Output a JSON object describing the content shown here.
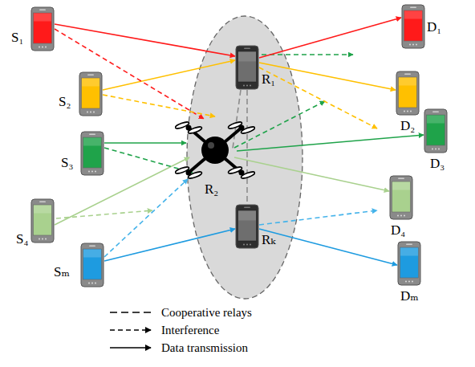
{
  "diagram": {
    "nodes": [
      {
        "text": [
          "S₁"
        ]
      },
      {
        "text": [
          "S₂"
        ]
      },
      {
        "text": [
          "S₃"
        ]
      },
      {
        "text": [
          "S₄"
        ]
      },
      {
        "text": [
          "Sₘ"
        ]
      },
      {
        "text": [
          "R₁"
        ]
      },
      {
        "text": [
          "R₂"
        ]
      },
      {
        "text": [
          "Rₖ"
        ]
      },
      {
        "text": [
          "D₁"
        ]
      },
      {
        "text": [
          "D₂"
        ]
      },
      {
        "text": [
          "D₃"
        ]
      },
      {
        "text": [
          "D₄"
        ]
      },
      {
        "text": [
          "Dₘ"
        ]
      }
    ],
    "edges": [
      {
        "from": 0,
        "to": 5,
        "arrow": "to"
      },
      {
        "from": 1,
        "to": 5,
        "arrow": "to"
      },
      {
        "from": 5,
        "to": 8,
        "arrow": "to"
      },
      {
        "from": 5,
        "to": 9,
        "arrow": "to"
      },
      {
        "from": 2,
        "to": 6,
        "arrow": "to"
      },
      {
        "from": 6,
        "to": 10,
        "arrow": "to"
      },
      {
        "from": 3,
        "to": 6,
        "arrow": "to"
      },
      {
        "from": 6,
        "to": 11,
        "arrow": "to"
      },
      {
        "from": 4,
        "to": 7,
        "arrow": "to"
      },
      {
        "from": 7,
        "to": 12,
        "arrow": "to"
      },
      {
        "from": 0,
        "to": 6,
        "arrow": "to"
      },
      {
        "from": 1,
        "to": 6,
        "arrow": "to"
      },
      {
        "from": 2,
        "to": 6,
        "arrow": "to"
      },
      {
        "from": 5,
        "to": 9,
        "arrow": "to"
      },
      {
        "from": 4,
        "to": 6,
        "arrow": "to"
      },
      {
        "from": 7,
        "to": 11,
        "arrow": "to"
      },
      {
        "from": 5,
        "to": 7,
        "arrow": "none"
      },
      {
        "from": 5,
        "to": 6,
        "arrow": "none"
      }
    ],
    "legend": [
      {
        "text": "Cooperative relays"
      },
      {
        "text": "Interference"
      },
      {
        "text": "Data transmission"
      }
    ]
  }
}
